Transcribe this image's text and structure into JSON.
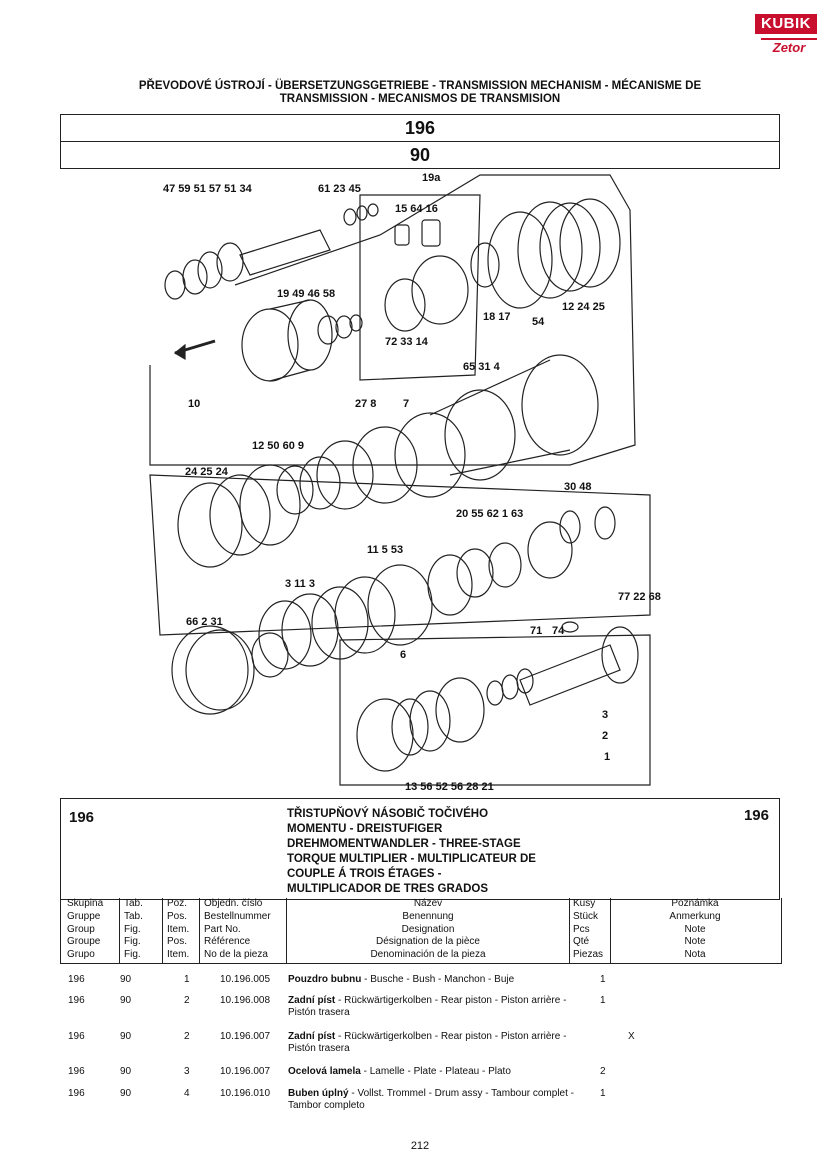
{
  "logo": {
    "brand": "KUBIK",
    "sub": "Zetor"
  },
  "header": {
    "title_line1": "PŘEVODOVÉ ÚSTROJÍ - ÜBERSETZUNGSGETRIEBE - TRANSMISSION MECHANISM - MÉCANISME DE",
    "title_line2": "TRANSMISSION - MECANISMOS DE TRANSMISION",
    "group": "196",
    "fig": "90"
  },
  "diagram_labels": [
    "47",
    "59",
    "51",
    "57",
    "51",
    "34",
    "61",
    "23",
    "45",
    "19a",
    "15",
    "64",
    "16",
    "19",
    "49",
    "46",
    "58",
    "72",
    "33",
    "14",
    "18",
    "17",
    "54",
    "12",
    "24",
    "25",
    "10",
    "65",
    "31",
    "4",
    "27",
    "8",
    "7",
    "12",
    "50",
    "60",
    "9",
    "24",
    "25",
    "24",
    "30",
    "48",
    "20",
    "55",
    "62",
    "1",
    "63",
    "11",
    "5",
    "53",
    "3",
    "11",
    "3",
    "66",
    "2",
    "31",
    "6",
    "77",
    "22",
    "68",
    "71",
    "74",
    "3",
    "2",
    "1",
    "13",
    "56",
    "52",
    "56",
    "28",
    "21"
  ],
  "section": {
    "group_left": "196",
    "group_right": "196",
    "desc_lines": [
      "TŘISTUPŇOVÝ NÁSOBIČ TOČIVÉHO",
      "MOMENTU - DREISTUFIGER",
      "DREHMOMENTWANDLER - THREE-STAGE",
      "TORQUE MULTIPLIER - MULTIPLICATEUR DE",
      "COUPLE Á  TROIS ÉTAGES -",
      "MULTIPLICADOR DE TRES GRADOS"
    ]
  },
  "table_header": {
    "skupina": [
      "Skupina",
      "Gruppe",
      "Group",
      "Groupe",
      "Grupo"
    ],
    "tab": [
      "Tab.",
      "Tab.",
      "Fig.",
      "Fig.",
      "Fig."
    ],
    "poz": [
      "Poz.",
      "Pos.",
      "Item.",
      "Pos.",
      "Item."
    ],
    "part": [
      "Objedn. číslo",
      "Bestellnummer",
      "Part No.",
      "Référence",
      "No de la pieza"
    ],
    "nazev": [
      "Název",
      "Benennung",
      "Designation",
      "Désignation de la pièce",
      "Denominación de la pieza"
    ],
    "kusy": [
      "Kusy",
      "Stück",
      "Pcs",
      "Qté",
      "Piezas"
    ],
    "poznamka": [
      "Poznámka",
      "Anmerkung",
      "Note",
      "Note",
      "Nota"
    ]
  },
  "rows": [
    {
      "group": "196",
      "fig": "90",
      "item": "1",
      "part": "10.196.005",
      "name_bold": "Pouzdro bubnu",
      "name_rest": " - Busche - Bush - Manchon - Buje",
      "qty": "1",
      "note": ""
    },
    {
      "group": "196",
      "fig": "90",
      "item": "2",
      "part": "10.196.008",
      "name_bold": "Zadní píst",
      "name_rest": " - Rückwärtigerkolben - Rear piston - Piston arrière - Pistón trasera",
      "qty": "1",
      "note": ""
    },
    {
      "group": "196",
      "fig": "90",
      "item": "2",
      "part": "10.196.007",
      "name_bold": "Zadní píst",
      "name_rest": " - Rückwärtigerkolben - Rear piston - Piston arrière - Pistón trasera",
      "qty": "",
      "note": "X"
    },
    {
      "group": "196",
      "fig": "90",
      "item": "3",
      "part": "10.196.007",
      "name_bold": "Ocelová lamela",
      "name_rest": " - Lamelle - Plate - Plateau - Plato",
      "qty": "2",
      "note": ""
    },
    {
      "group": "196",
      "fig": "90",
      "item": "4",
      "part": "10.196.010",
      "name_bold": "Buben úplný",
      "name_rest": " - Vollst. Trommel - Drum assy - Tambour complet - Tambor completo",
      "qty": "1",
      "note": ""
    }
  ],
  "page_number": "212"
}
